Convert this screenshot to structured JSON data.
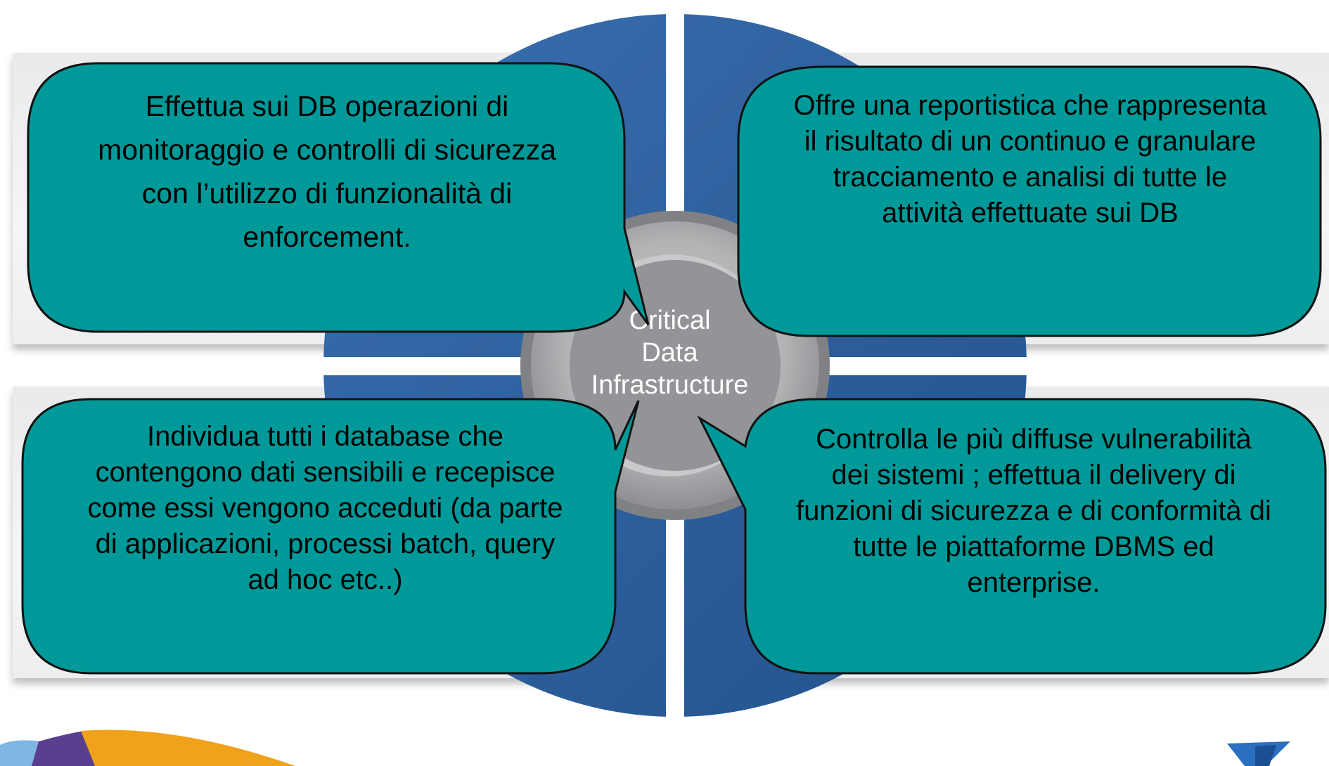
{
  "diagram": {
    "center_label": "Critical\nData\nInfrastructure",
    "callouts": {
      "top_left": "Effettua sui DB operazioni di\nmonitoraggio e controlli di  sicurezza\ncon l’utilizzo di funzionalità di\nenforcement.",
      "top_right": "Offre una reportistica che rappresenta\nil risultato di un continuo e granulare\ntracciamento e analisi di tutte le\nattività effettuate sui DB",
      "bottom_left": "Individua tutti i database che\ncontengono dati sensibili e recepisce\ncome essi vengono acceduti (da parte\ndi applicazioni, processi batch, query\nad hoc etc..)",
      "bottom_right": "Controlla le più diffuse vulnerabilità\ndei sistemi ; effettua il delivery di\nfunzioni di sicurezza e di conformità di\ntutte le piattaforme DBMS ed\nenterprise."
    },
    "colors": {
      "callout_fill": "#009999",
      "ring_blue": "#2f62a0",
      "hub_gray": "#a8a9ab",
      "panel_gray": "#eceeef"
    }
  }
}
